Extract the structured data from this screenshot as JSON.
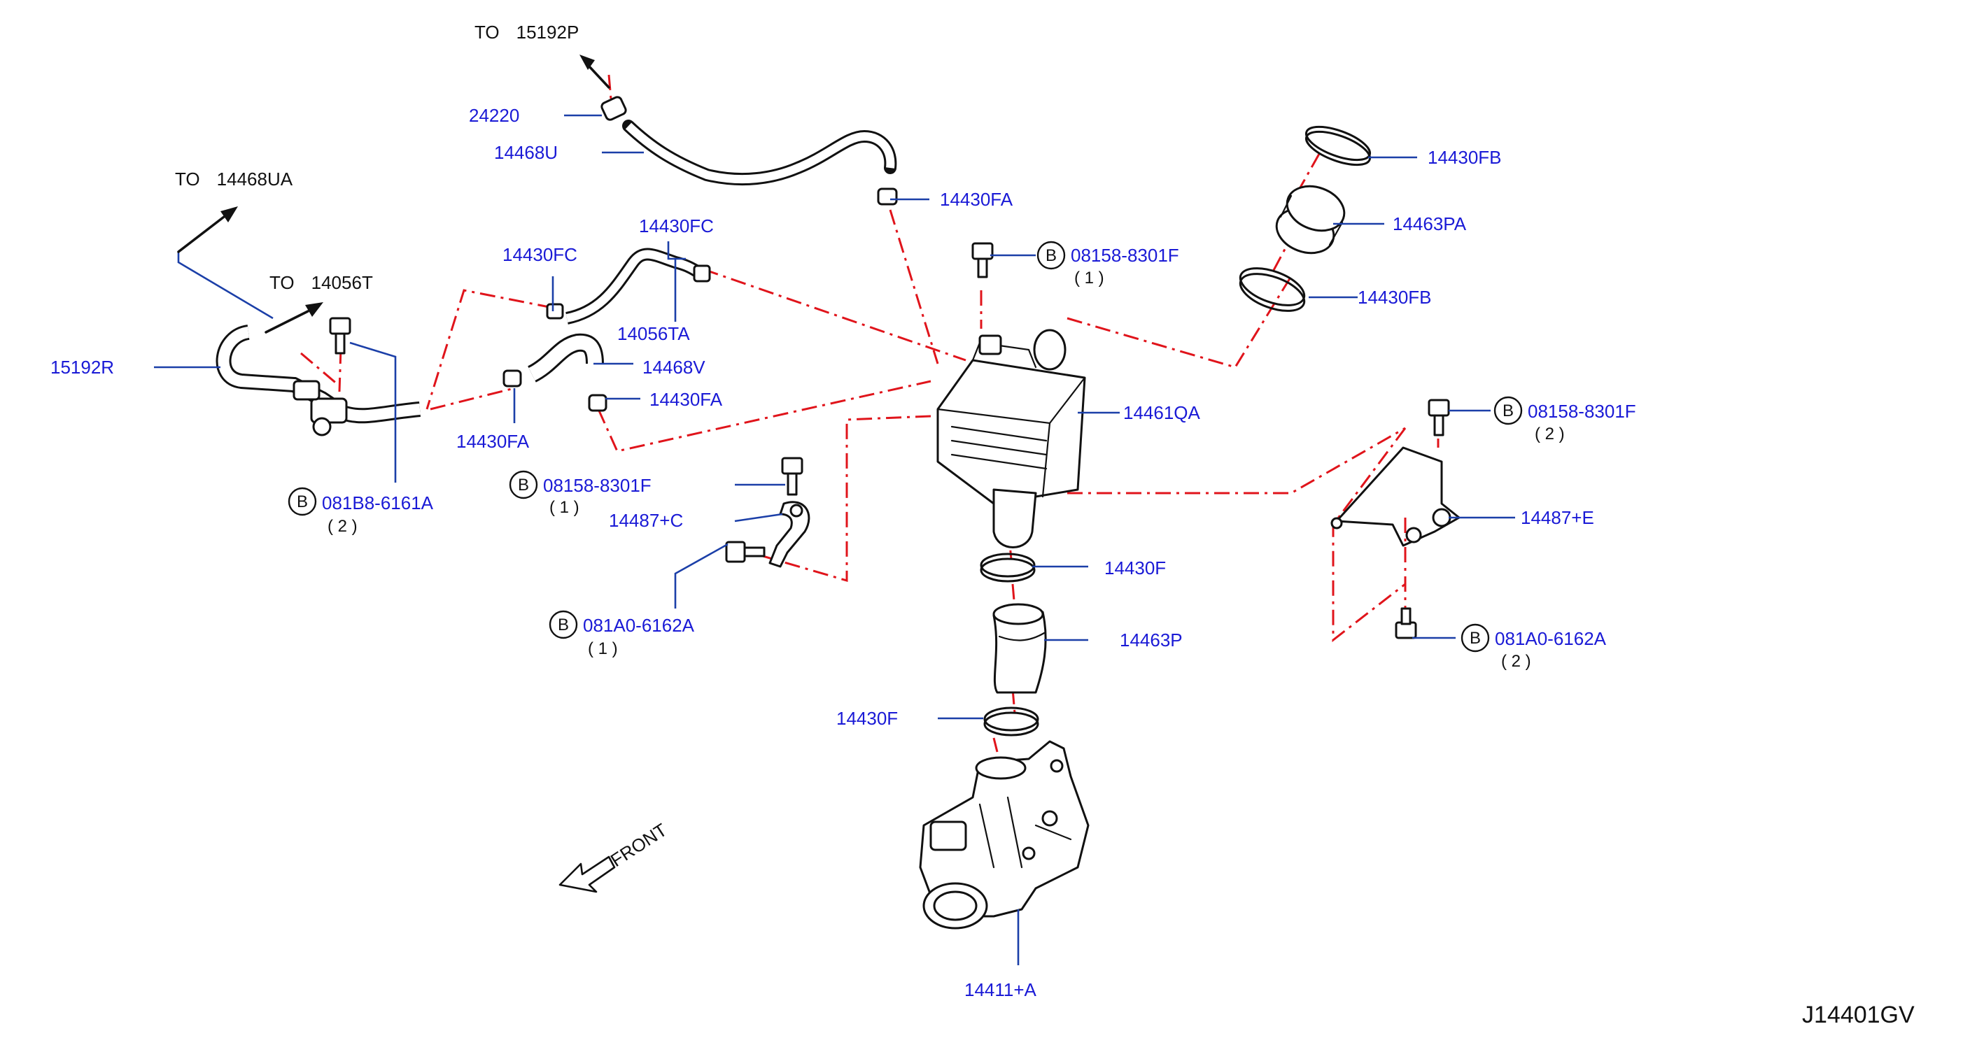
{
  "drawing_id": "J14401GV",
  "front_label": "FRONT",
  "destinations": [
    {
      "id": "to-15192p",
      "to": "TO",
      "part": "15192P"
    },
    {
      "id": "to-14468ua",
      "to": "TO",
      "part": "14468UA"
    },
    {
      "id": "to-14056t",
      "to": "TO",
      "part": "14056T"
    }
  ],
  "parts": [
    {
      "id": "p24220",
      "label": "24220"
    },
    {
      "id": "p14468u",
      "label": "14468U"
    },
    {
      "id": "p14430fa-top",
      "label": "14430FA"
    },
    {
      "id": "p14430fc-left",
      "label": "14430FC"
    },
    {
      "id": "p14430fc-right",
      "label": "14430FC"
    },
    {
      "id": "p14056ta",
      "label": "14056TA"
    },
    {
      "id": "p14468v",
      "label": "14468V"
    },
    {
      "id": "p14430fa-mid",
      "label": "14430FA"
    },
    {
      "id": "p14430fa-low",
      "label": "14430FA"
    },
    {
      "id": "p15192r",
      "label": "15192R"
    },
    {
      "id": "p14430fb-top",
      "label": "14430FB"
    },
    {
      "id": "p14463pa",
      "label": "14463PA"
    },
    {
      "id": "p14430fb-low",
      "label": "14430FB"
    },
    {
      "id": "p14461qa",
      "label": "14461QA"
    },
    {
      "id": "p14487e",
      "label": "14487+E"
    },
    {
      "id": "p14487c",
      "label": "14487+C"
    },
    {
      "id": "p14430f-top",
      "label": "14430F"
    },
    {
      "id": "p14463p",
      "label": "14463P"
    },
    {
      "id": "p14430f-low",
      "label": "14430F"
    },
    {
      "id": "p14411a",
      "label": "14411+A"
    }
  ],
  "bolts": [
    {
      "id": "b1",
      "symbol": "B",
      "label": "08158-8301F",
      "qty": "( 1 )"
    },
    {
      "id": "b2",
      "symbol": "B",
      "label": "08158-8301F",
      "qty": "( 2 )"
    },
    {
      "id": "b3",
      "symbol": "B",
      "label": "081B8-6161A",
      "qty": "( 2 )"
    },
    {
      "id": "b4",
      "symbol": "B",
      "label": "08158-8301F",
      "qty": "( 1 )"
    },
    {
      "id": "b5",
      "symbol": "B",
      "label": "081A0-6162A",
      "qty": "( 1 )"
    },
    {
      "id": "b6",
      "symbol": "B",
      "label": "081A0-6162A",
      "qty": "( 2 )"
    }
  ]
}
